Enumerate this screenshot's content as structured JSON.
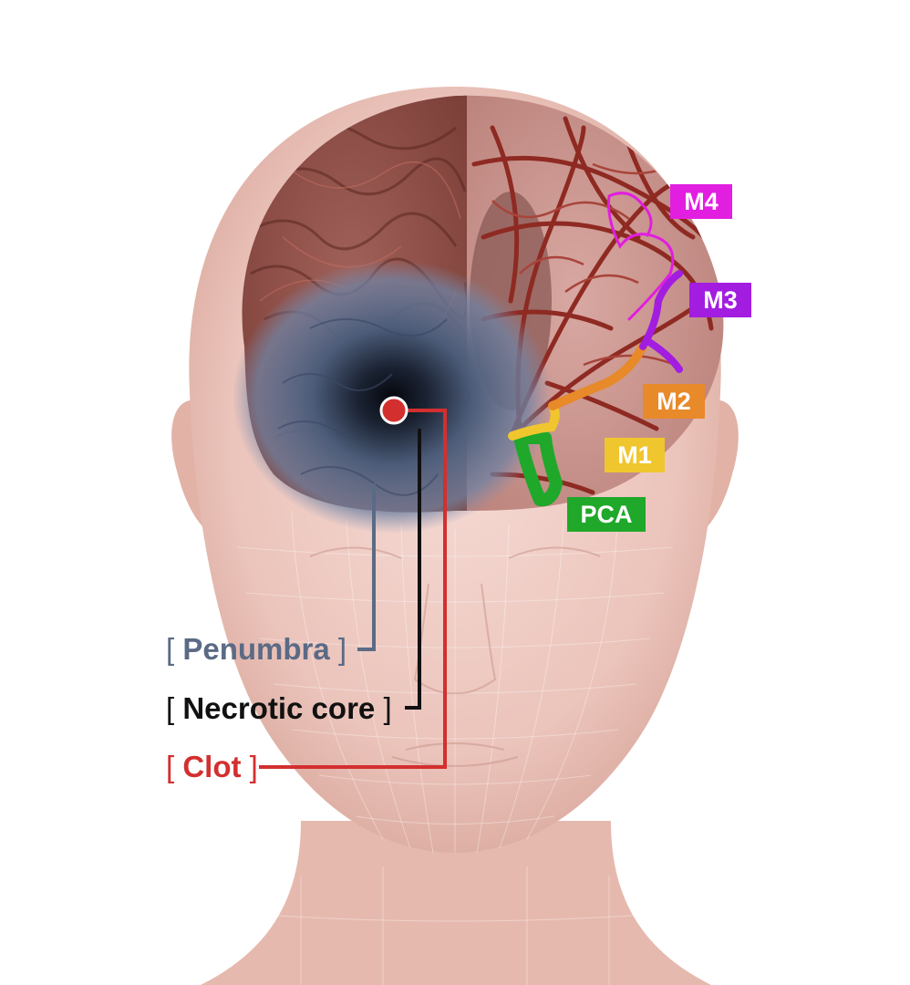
{
  "colors": {
    "penumbra": "#5b6a85",
    "necrotic": "#111111",
    "clot": "#d32f2f",
    "m4": "#e21ee0",
    "m3": "#a21de0",
    "m2": "#e8892a",
    "m1": "#f0c62e",
    "pca": "#1fa82a"
  },
  "vessel_labels": {
    "m4": "M4",
    "m3": "M3",
    "m2": "M2",
    "m1": "M1",
    "pca": "PCA"
  },
  "legend": {
    "penumbra": "Penumbra",
    "necrotic": "Necrotic core",
    "clot": "Clot",
    "bracket_open": "[",
    "bracket_close": "]"
  }
}
